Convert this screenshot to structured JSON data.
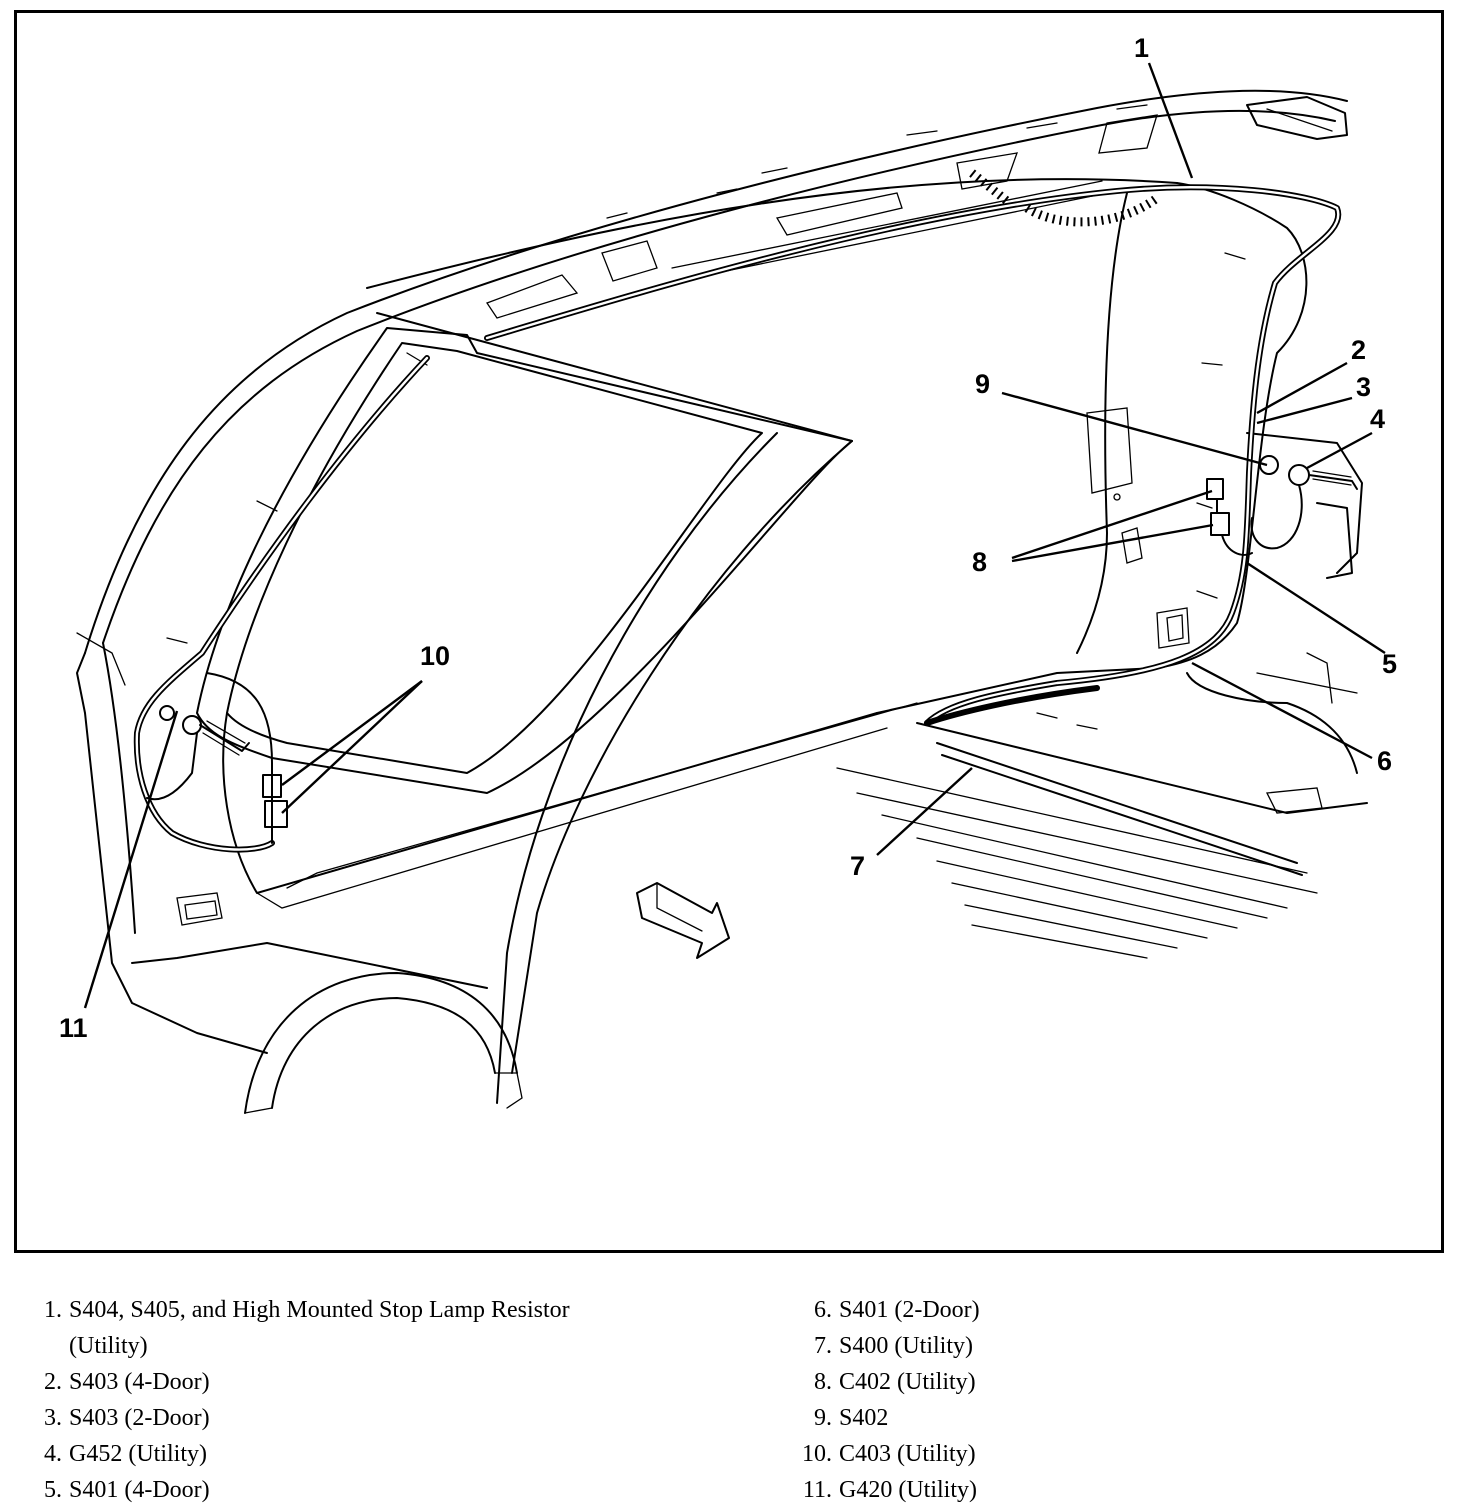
{
  "callouts": [
    "1",
    "2",
    "3",
    "4",
    "5",
    "6",
    "7",
    "8",
    "9",
    "10",
    "11"
  ],
  "legend": [
    {
      "number": "1.",
      "text": "S404, S405, and High Mounted Stop Lamp Resistor",
      "continued": "(Utility)"
    },
    {
      "number": "2.",
      "text": "S403 (4-Door)"
    },
    {
      "number": "3.",
      "text": "S403 (2-Door)"
    },
    {
      "number": "4.",
      "text": "G452 (Utility)"
    },
    {
      "number": "5.",
      "text": "S401 (4-Door)"
    },
    {
      "number": "6.",
      "text": "S401 (2-Door)"
    },
    {
      "number": "7.",
      "text": "S400 (Utility)"
    },
    {
      "number": "8.",
      "text": "C402 (Utility)"
    },
    {
      "number": "9.",
      "text": "S402"
    },
    {
      "number": "10.",
      "text": "C403 (Utility)"
    },
    {
      "number": "11.",
      "text": "G420 (Utility)"
    }
  ]
}
